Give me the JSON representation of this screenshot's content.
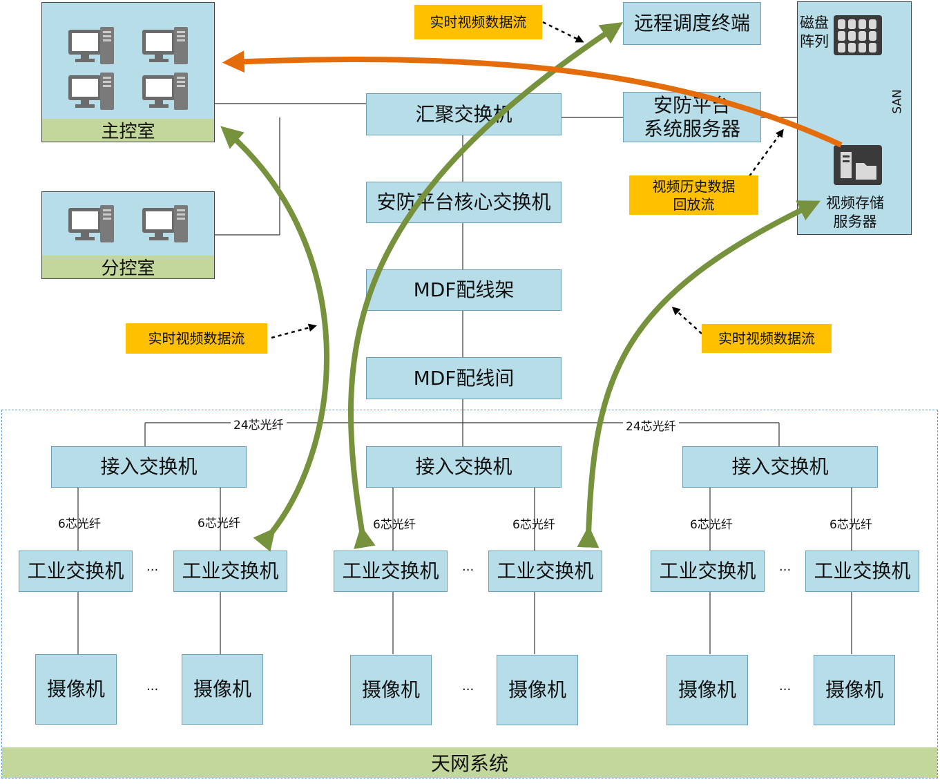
{
  "rooms": {
    "main_control": "主控室",
    "branch_control": "分控室"
  },
  "core": {
    "aggregation_switch": "汇聚交换机",
    "core_switch": "安防平台核心交换机",
    "mdf_frame": "MDF配线架",
    "mdf_room": "MDF配线间",
    "remote_terminal": "远程调度终端",
    "platform_server_line1": "安防平台",
    "platform_server_line2": "系统服务器"
  },
  "storage": {
    "disk_array_line1": "磁盘",
    "disk_array_line2": "阵列",
    "san": "SAN",
    "video_server_line1": "视频存储",
    "video_server_line2": "服务器"
  },
  "flows": {
    "realtime_top": "实时视频数据流",
    "realtime_left": "实时视频数据流",
    "realtime_right": "实时视频数据流",
    "playback_line1": "视频历史数据",
    "playback_line2": "回放流"
  },
  "access": {
    "access_switch": "接入交换机",
    "industrial_switch": "工业交换机",
    "camera": "摄像机",
    "fiber24": "24芯光纤",
    "fiber6": "6芯光纤",
    "ellipsis": "···"
  },
  "system_label": "天网系统",
  "colors": {
    "box_fill": "#b7dde8",
    "room_label": "#c3d69b",
    "tag_fill": "#ffc000",
    "realtime_arrow": "#76923c",
    "playback_arrow": "#e46c0a",
    "dashed_border": "#5b9bd5"
  }
}
